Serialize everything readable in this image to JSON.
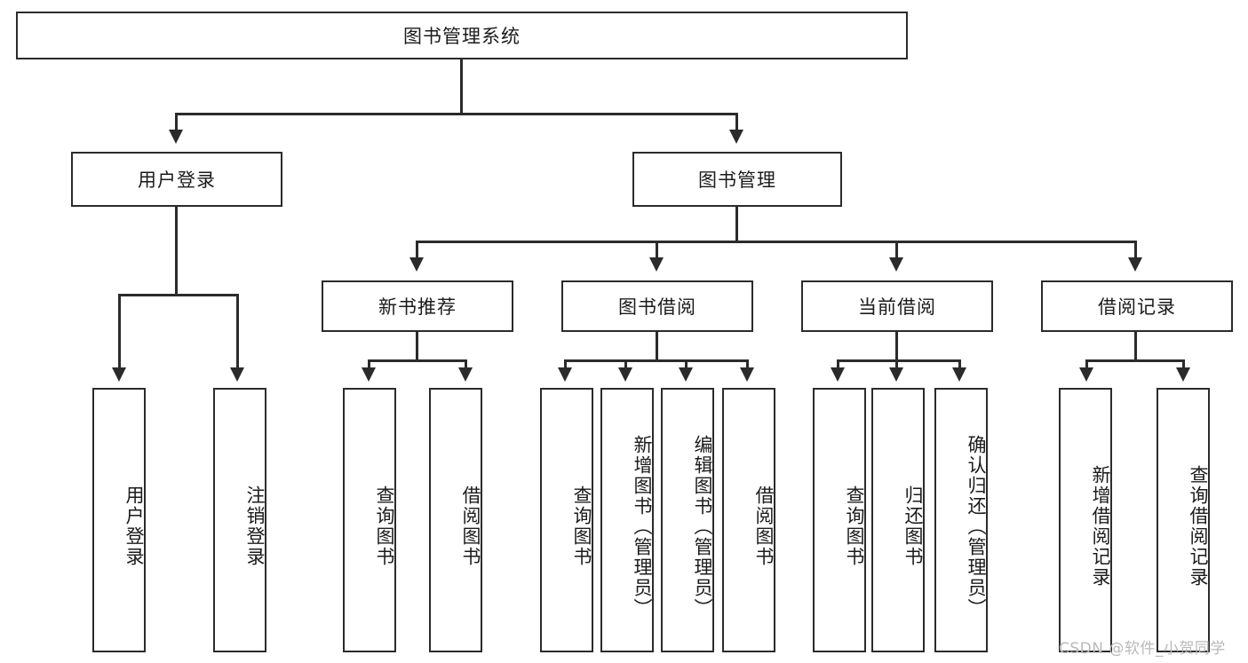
{
  "diagram": {
    "title_node": {
      "label": "图书管理系统"
    },
    "level2": [
      {
        "id": "user-login",
        "label": "用户登录"
      },
      {
        "id": "book-manage",
        "label": "图书管理"
      }
    ],
    "level3": [
      {
        "id": "new-book-rec",
        "label": "新书推荐"
      },
      {
        "id": "book-borrow",
        "label": "图书借阅"
      },
      {
        "id": "current-borrow",
        "label": "当前借阅"
      },
      {
        "id": "borrow-record",
        "label": "借阅记录"
      }
    ],
    "leaves": [
      {
        "id": "leaf-user-login",
        "label": "用户登录"
      },
      {
        "id": "leaf-logout-login",
        "label": "注销登录"
      },
      {
        "id": "leaf-query-book-rec",
        "label": "查询图书"
      },
      {
        "id": "leaf-borrow-book-rec",
        "label": "借阅图书"
      },
      {
        "id": "leaf-query-book-borrow",
        "label": "查询图书"
      },
      {
        "id": "leaf-add-book-admin",
        "label": "新增图书（管理员）"
      },
      {
        "id": "leaf-edit-book-admin",
        "label": "编辑图书（管理员）"
      },
      {
        "id": "leaf-borrow-book",
        "label": "借阅图书"
      },
      {
        "id": "leaf-query-book-current",
        "label": "查询图书"
      },
      {
        "id": "leaf-return-book",
        "label": "归还图书"
      },
      {
        "id": "leaf-confirm-return-admin",
        "label": "确认归还（管理员）"
      },
      {
        "id": "leaf-add-borrow-record",
        "label": "新增借阅记录"
      },
      {
        "id": "leaf-query-borrow-record",
        "label": "查询借阅记录"
      }
    ],
    "watermark": "CSDN @软件_小贺同学",
    "colors": {
      "stroke": "#2b2b2b",
      "fill": "#ffffff",
      "text": "#1b1b1b",
      "watermark": "#b9b9b9"
    }
  }
}
